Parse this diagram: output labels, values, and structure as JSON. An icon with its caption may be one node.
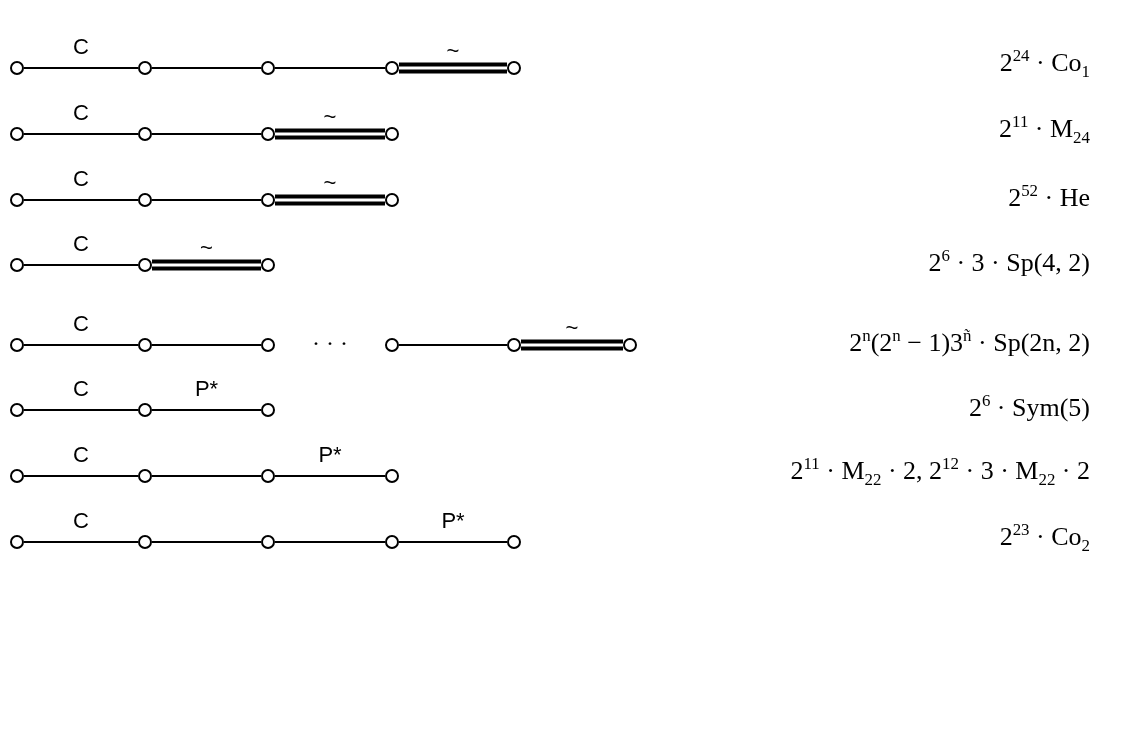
{
  "diagram": {
    "nodes": [
      {
        "text": [],
        "shape": "circle"
      },
      {
        "text": [],
        "shape": "circle"
      },
      {
        "text": [],
        "shape": "circle"
      },
      {
        "text": [],
        "shape": "circle"
      },
      {
        "text": [],
        "shape": "circle"
      },
      {
        "text": [],
        "shape": "circle"
      },
      {
        "text": [],
        "shape": "circle"
      },
      {
        "text": [],
        "shape": "circle"
      },
      {
        "text": [],
        "shape": "circle"
      },
      {
        "text": [],
        "shape": "circle"
      },
      {
        "text": [],
        "shape": "circle"
      },
      {
        "text": [],
        "shape": "circle"
      },
      {
        "text": [],
        "shape": "circle"
      },
      {
        "text": [],
        "shape": "circle"
      },
      {
        "text": [],
        "shape": "circle"
      },
      {
        "text": [],
        "shape": "circle"
      },
      {
        "text": [],
        "shape": "circle"
      },
      {
        "text": [],
        "shape": "circle"
      },
      {
        "text": [],
        "shape": "circle"
      },
      {
        "text": [],
        "shape": "circle"
      },
      {
        "text": [],
        "shape": "circle"
      },
      {
        "text": [],
        "shape": "circle"
      },
      {
        "text": [],
        "shape": "circle"
      },
      {
        "text": [],
        "shape": "circle"
      },
      {
        "text": [],
        "shape": "circle"
      },
      {
        "text": [],
        "shape": "circle"
      },
      {
        "text": [],
        "shape": "circle"
      },
      {
        "text": [],
        "shape": "circle"
      },
      {
        "text": [],
        "shape": "circle"
      },
      {
        "text": [],
        "shape": "circle"
      },
      {
        "text": [],
        "shape": "circle"
      },
      {
        "text": [],
        "shape": "circle"
      },
      {
        "text": [],
        "shape": "circle"
      },
      {
        "text": [],
        "shape": "circle"
      }
    ],
    "edges": [
      {
        "from": 0,
        "to": 1,
        "arrow": "none",
        "label": "C"
      },
      {
        "from": 1,
        "to": 2,
        "arrow": "none"
      },
      {
        "from": 2,
        "to": 3,
        "arrow": "none"
      },
      {
        "from": 3,
        "to": 4,
        "arrow": "none",
        "label": "~",
        "style": "thick"
      },
      {
        "from": 5,
        "to": 6,
        "arrow": "none",
        "label": "C"
      },
      {
        "from": 6,
        "to": 7,
        "arrow": "none"
      },
      {
        "from": 7,
        "to": 8,
        "arrow": "none",
        "label": "~",
        "style": "thick"
      },
      {
        "from": 9,
        "to": 10,
        "arrow": "none",
        "label": "C"
      },
      {
        "from": 10,
        "to": 11,
        "arrow": "none"
      },
      {
        "from": 11,
        "to": 12,
        "arrow": "none",
        "label": "~",
        "style": "thick"
      },
      {
        "from": 13,
        "to": 14,
        "arrow": "none",
        "label": "C"
      },
      {
        "from": 14,
        "to": 15,
        "arrow": "none",
        "label": "~",
        "style": "thick"
      },
      {
        "from": 16,
        "to": 17,
        "arrow": "none",
        "label": "C"
      },
      {
        "from": 17,
        "to": 18,
        "arrow": "none"
      },
      {
        "from": 19,
        "to": 20,
        "arrow": "none"
      },
      {
        "from": 20,
        "to": 21,
        "arrow": "none",
        "label": "~",
        "style": "thick"
      },
      {
        "from": 22,
        "to": 23,
        "arrow": "none",
        "label": "C"
      },
      {
        "from": 23,
        "to": 24,
        "arrow": "none",
        "label": "P*"
      },
      {
        "from": 25,
        "to": 26,
        "arrow": "none",
        "label": "C"
      },
      {
        "from": 26,
        "to": 27,
        "arrow": "none"
      },
      {
        "from": 27,
        "to": 28,
        "arrow": "none",
        "label": "P*"
      },
      {
        "from": 29,
        "to": 30,
        "arrow": "none",
        "label": "C"
      },
      {
        "from": 30,
        "to": 31,
        "arrow": "none"
      },
      {
        "from": 31,
        "to": 32,
        "arrow": "none"
      },
      {
        "from": 32,
        "to": 33,
        "arrow": "none",
        "label": "P*"
      }
    ],
    "labels": [
      "2$^{24}$ · Co$_{1}$",
      "2$^{11}$ · M$_{24}$",
      "2$^{52}$ · He",
      "2$^{6}$ · 3 · Sp(4, 2)",
      "· · ·",
      "2$^{n}$(2$^{n}$ − 1)3$^{ñ}$ · Sp(2n, 2)",
      "2$^{6}$ · Sym(5)",
      "2$^{11}$ · M$_{22}$ · 2, 2$^{12}$ · 3 · M$_{22}$ · 2",
      "2$^{23}$ · Co$_{2}$"
    ]
  }
}
